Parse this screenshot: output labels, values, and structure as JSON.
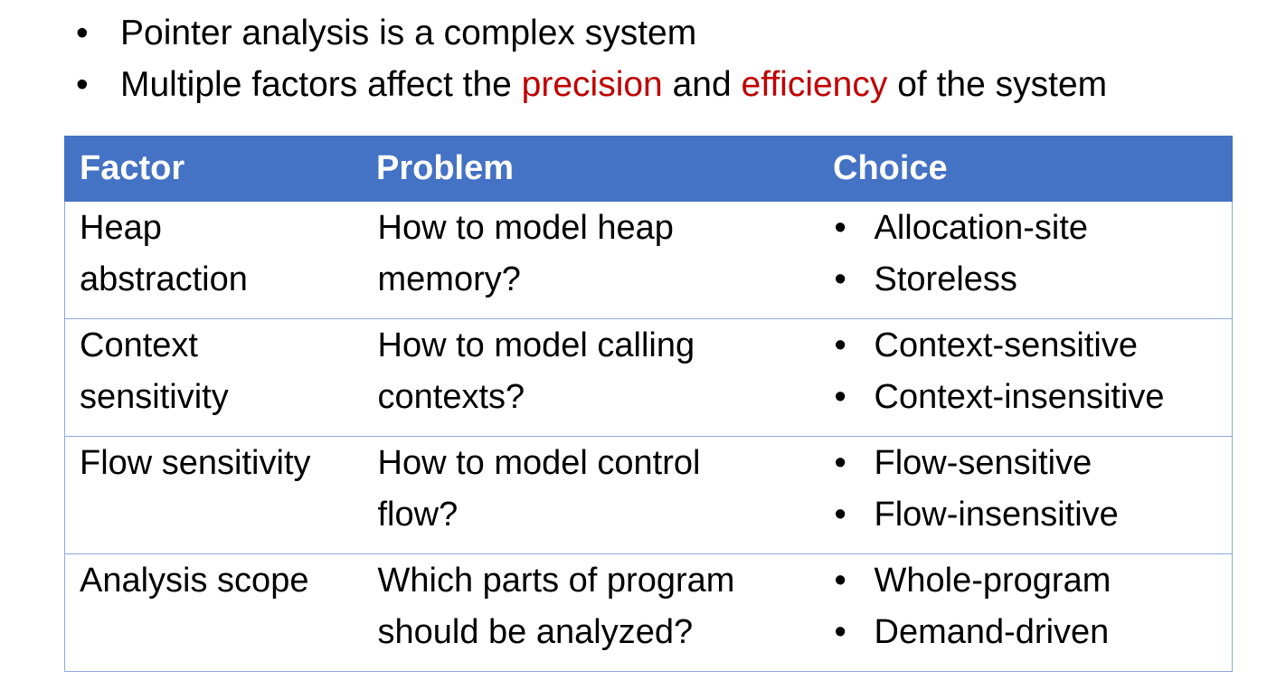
{
  "bullets": {
    "item1": "Pointer analysis is a complex system",
    "item2_before": "Multiple factors affect the ",
    "item2_word1": "precision",
    "item2_mid": " and ",
    "item2_word2": "efficiency",
    "item2_after": " of the system"
  },
  "table": {
    "headers": {
      "factor": "Factor",
      "problem": "Problem",
      "choice": "Choice"
    },
    "rows": [
      {
        "factor_line1": "Heap",
        "factor_line2": "abstraction",
        "problem_line1": "How to model heap",
        "problem_line2": "memory?",
        "choice1": "Allocation-site",
        "choice2": "Storeless"
      },
      {
        "factor_line1": "Context",
        "factor_line2": "sensitivity",
        "problem_line1": "How to model calling",
        "problem_line2": "contexts?",
        "choice1": "Context-sensitive",
        "choice2": "Context-insensitive"
      },
      {
        "factor_line1": "Flow sensitivity",
        "factor_line2": "",
        "problem_line1": "How to model control",
        "problem_line2": "flow?",
        "choice1": "Flow-sensitive",
        "choice2": "Flow-insensitive"
      },
      {
        "factor_line1": "Analysis scope",
        "factor_line2": "",
        "problem_line1": "Which parts of program",
        "problem_line2": "should be analyzed?",
        "choice1": "Whole-program",
        "choice2": "Demand-driven"
      }
    ]
  },
  "colors": {
    "header_fill": "#4472C4",
    "accent_red": "#C00000",
    "row_border": "#8EA9DB"
  }
}
